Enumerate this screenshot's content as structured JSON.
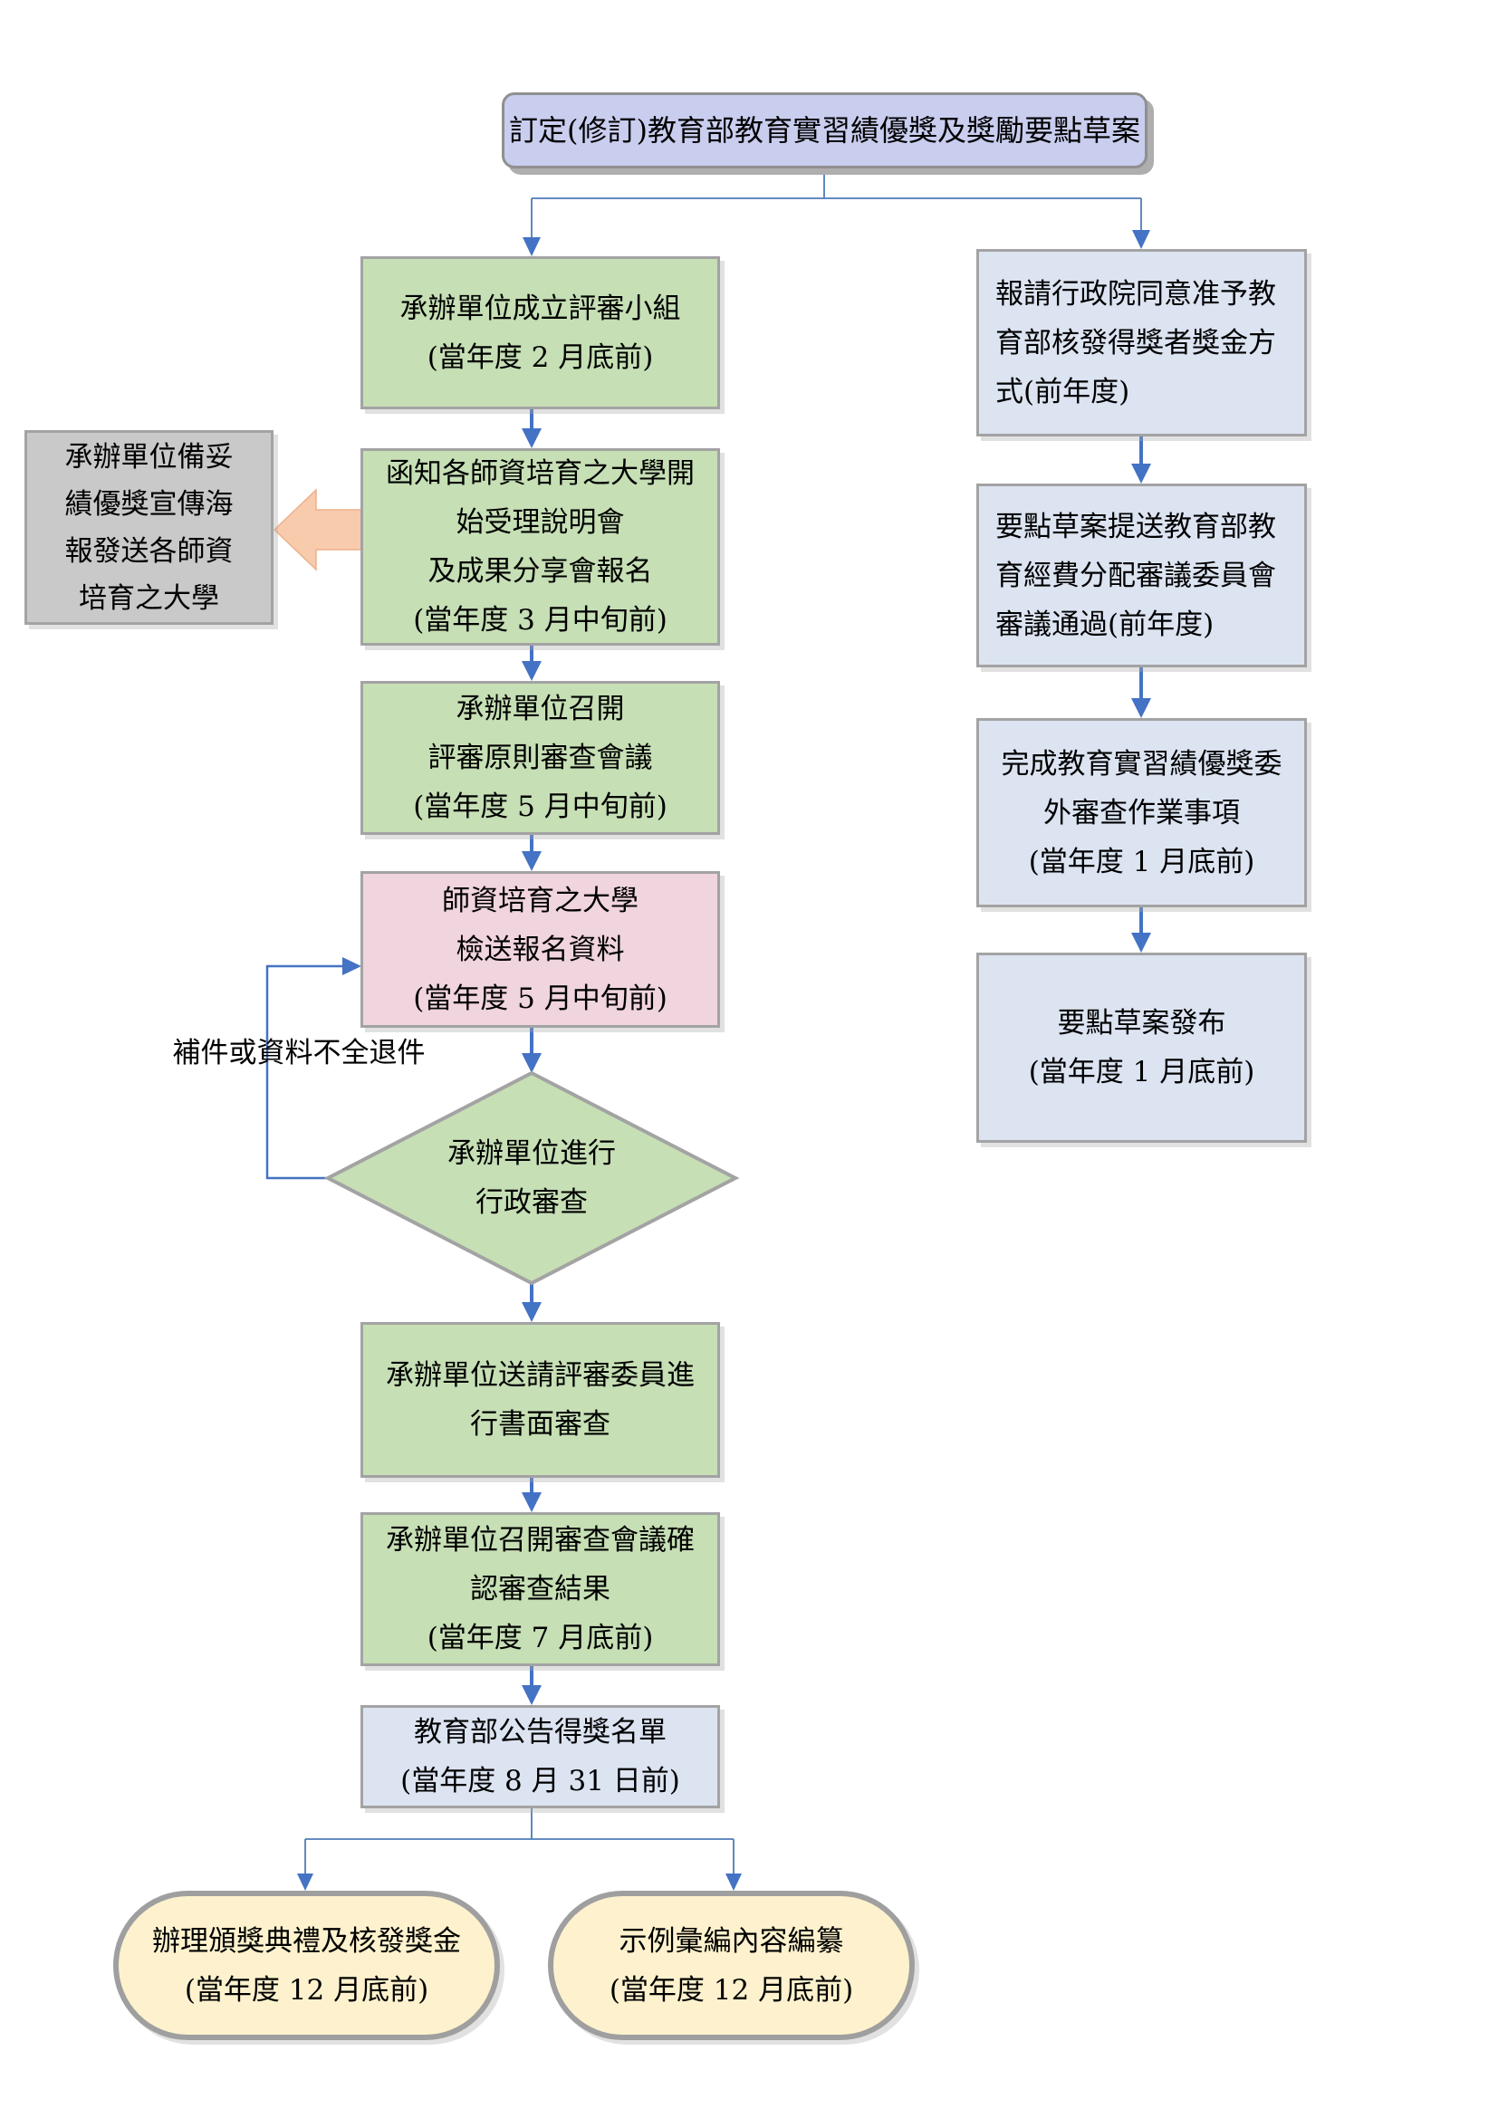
{
  "flow": {
    "start": "訂定(修訂)教育部教育實習績優獎及獎勵要點草案",
    "left": [
      "承辦單位成立評審小組\n(當年度 2 月底前)",
      "函知各師資培育之大學開\n始受理說明會\n及成果分享會報名\n(當年度 3 月中旬前)",
      "承辦單位召開\n評審原則審查會議\n(當年度 5 月中旬前)",
      "師資培育之大學\n檢送報名資料\n(當年度 5 月中旬前)",
      "承辦單位送請評審委員進\n行書面審查",
      "承辦單位召開審查會議確\n認審查結果\n(當年度 7 月底前)",
      "教育部公告得獎名單\n(當年度 8 月 31 日前)"
    ],
    "decision": "承辦單位進行\n行政審查",
    "right": [
      "報請行政院同意准予教\n育部核發得獎者獎金方\n式(前年度)",
      "要點草案提送教育部教\n育經費分配審議委員會\n審議通過(前年度)",
      "完成教育實習績優獎委\n外審查作業事項\n(當年度 1 月底前)",
      "要點草案發布\n(當年度 1 月底前)"
    ],
    "side_note": "承辦單位備妥\n績優獎宣傳海\n報發送各師資\n培育之大學",
    "reject_label": "補件或資料不全退件",
    "terminals": [
      "辦理頒獎典禮及核發獎金\n(當年度 12 月底前)",
      "示例彙編內容編纂\n(當年度 12 月底前)"
    ]
  },
  "colors": {
    "arrow_blue": "#4472c4",
    "node_border_gray": "#a3a3a3",
    "start_fill_lavender": "#c9cdee",
    "process_fill_green": "#c6dfb5",
    "submit_fill_pink": "#f0d4de",
    "policy_fill_blue": "#dce4f2",
    "note_fill_gray": "#c9c9c9",
    "terminal_fill_yellow": "#fdf2cd",
    "callout_arrow_salmon": "#f8cbad"
  }
}
